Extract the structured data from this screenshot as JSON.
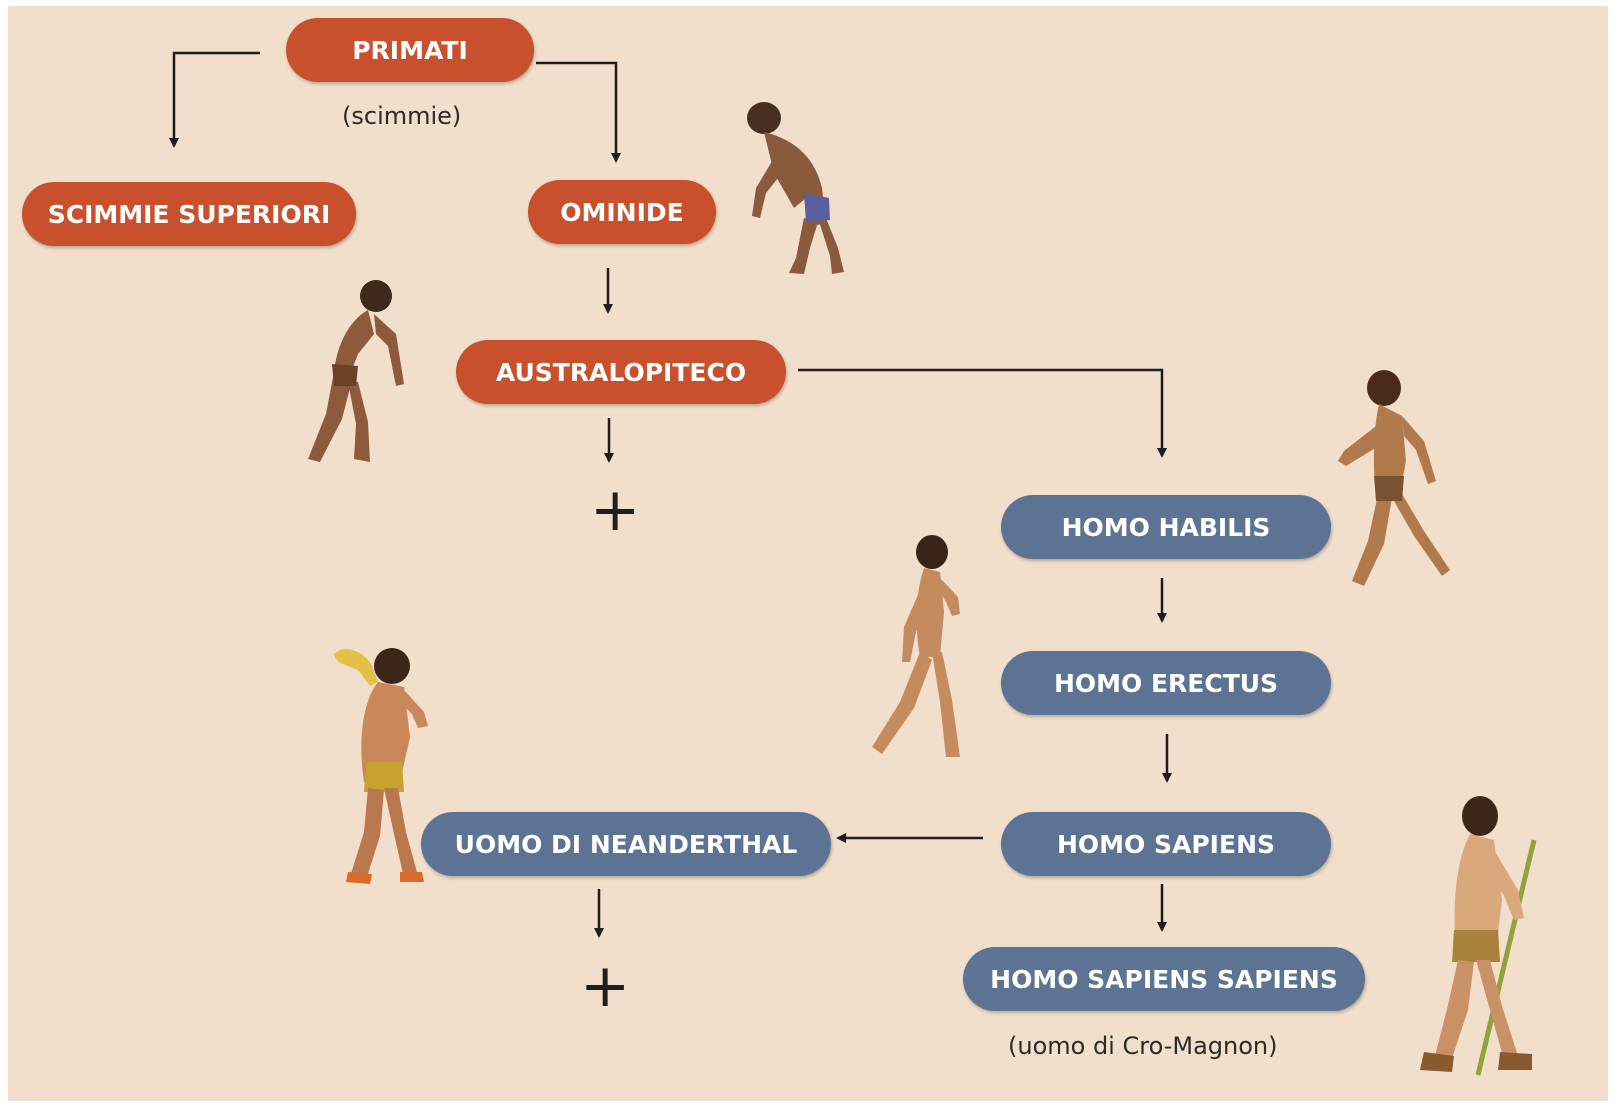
{
  "nodes": {
    "primati": "PRIMATI",
    "scimmie_superiori": "SCIMMIE SUPERIORI",
    "ominide": "OMINIDE",
    "australopiteco": "AUSTRALOPITECO",
    "homo_habilis": "HOMO HABILIS",
    "homo_erectus": "HOMO ERECTUS",
    "homo_sapiens": "HOMO SAPIENS",
    "uomo_di_neanderthal": "UOMO DI NEANDERTHAL",
    "homo_sapiens_sapiens": "HOMO SAPIENS SAPIENS"
  },
  "notes": {
    "primati": "(scimmie)",
    "homo_sapiens_sapiens": "(uomo di Cro-Magnon)"
  },
  "extinction_marks": {
    "australopiteco": "+",
    "neanderthal": "+"
  },
  "colors": {
    "background": "#f1dfcb",
    "early_node": "#c9502c",
    "homo_node": "#5d7393",
    "connector": "#1e1e1e"
  },
  "edges": [
    [
      "primati",
      "scimmie_superiori"
    ],
    [
      "primati",
      "ominide"
    ],
    [
      "ominide",
      "australopiteco"
    ],
    [
      "australopiteco",
      "extinct"
    ],
    [
      "australopiteco",
      "homo_habilis"
    ],
    [
      "homo_habilis",
      "homo_erectus"
    ],
    [
      "homo_erectus",
      "homo_sapiens"
    ],
    [
      "homo_sapiens",
      "uomo_di_neanderthal"
    ],
    [
      "uomo_di_neanderthal",
      "extinct"
    ],
    [
      "homo_sapiens",
      "homo_sapiens_sapiens"
    ]
  ],
  "figures": [
    "hominid-figure-ominide",
    "hominid-figure-australopiteco",
    "hominid-figure-habilis",
    "hominid-figure-erectus",
    "hominid-figure-neanderthal",
    "hominid-figure-cro-magnon"
  ]
}
